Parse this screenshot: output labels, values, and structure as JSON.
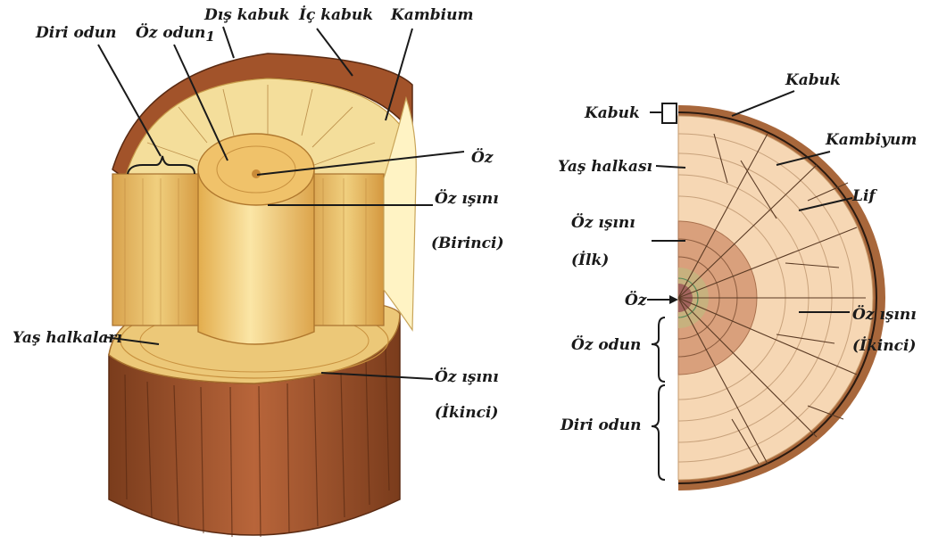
{
  "left_labels": {
    "diri_odun": "Diri odun",
    "oz_odun": "Öz odun",
    "oz_odun_sub": "1",
    "dis_kabuk": "Dış kabuk",
    "ic_kabuk": "İç kabuk",
    "kambium": "Kambium",
    "oz": "Öz",
    "oz_isini_1": "Öz ışını",
    "birinci": "(Birinci)",
    "yas_halkalari": "Yaş halkaları",
    "oz_isini_2": "Öz ışını",
    "ikinci": "(İkinci)"
  },
  "right_labels": {
    "kabuk_top": "Kabuk",
    "kabuk_left": "Kabuk",
    "kambiyum": "Kambiyum",
    "yas_halkasi": "Yaş halkası",
    "lif": "Lif",
    "oz_isini_ilk": "Öz ışını",
    "ilk": "(İlk)",
    "oz": "Öz",
    "oz_isini_ikinci": "Öz ışını",
    "ikinci": "(İkinci)",
    "oz_odun": "Öz odun",
    "diri_odun": "Diri odun"
  },
  "colors": {
    "bark_dark": "#8b4a24",
    "bark_mid": "#b0602f",
    "sapwood": "#f3dc9a",
    "heartwood": "#e7b95e",
    "pith": "#9a6a58",
    "right_wood": "#f6d6b2",
    "right_heart": "#d8a07c",
    "right_bark": "#a0653a"
  }
}
